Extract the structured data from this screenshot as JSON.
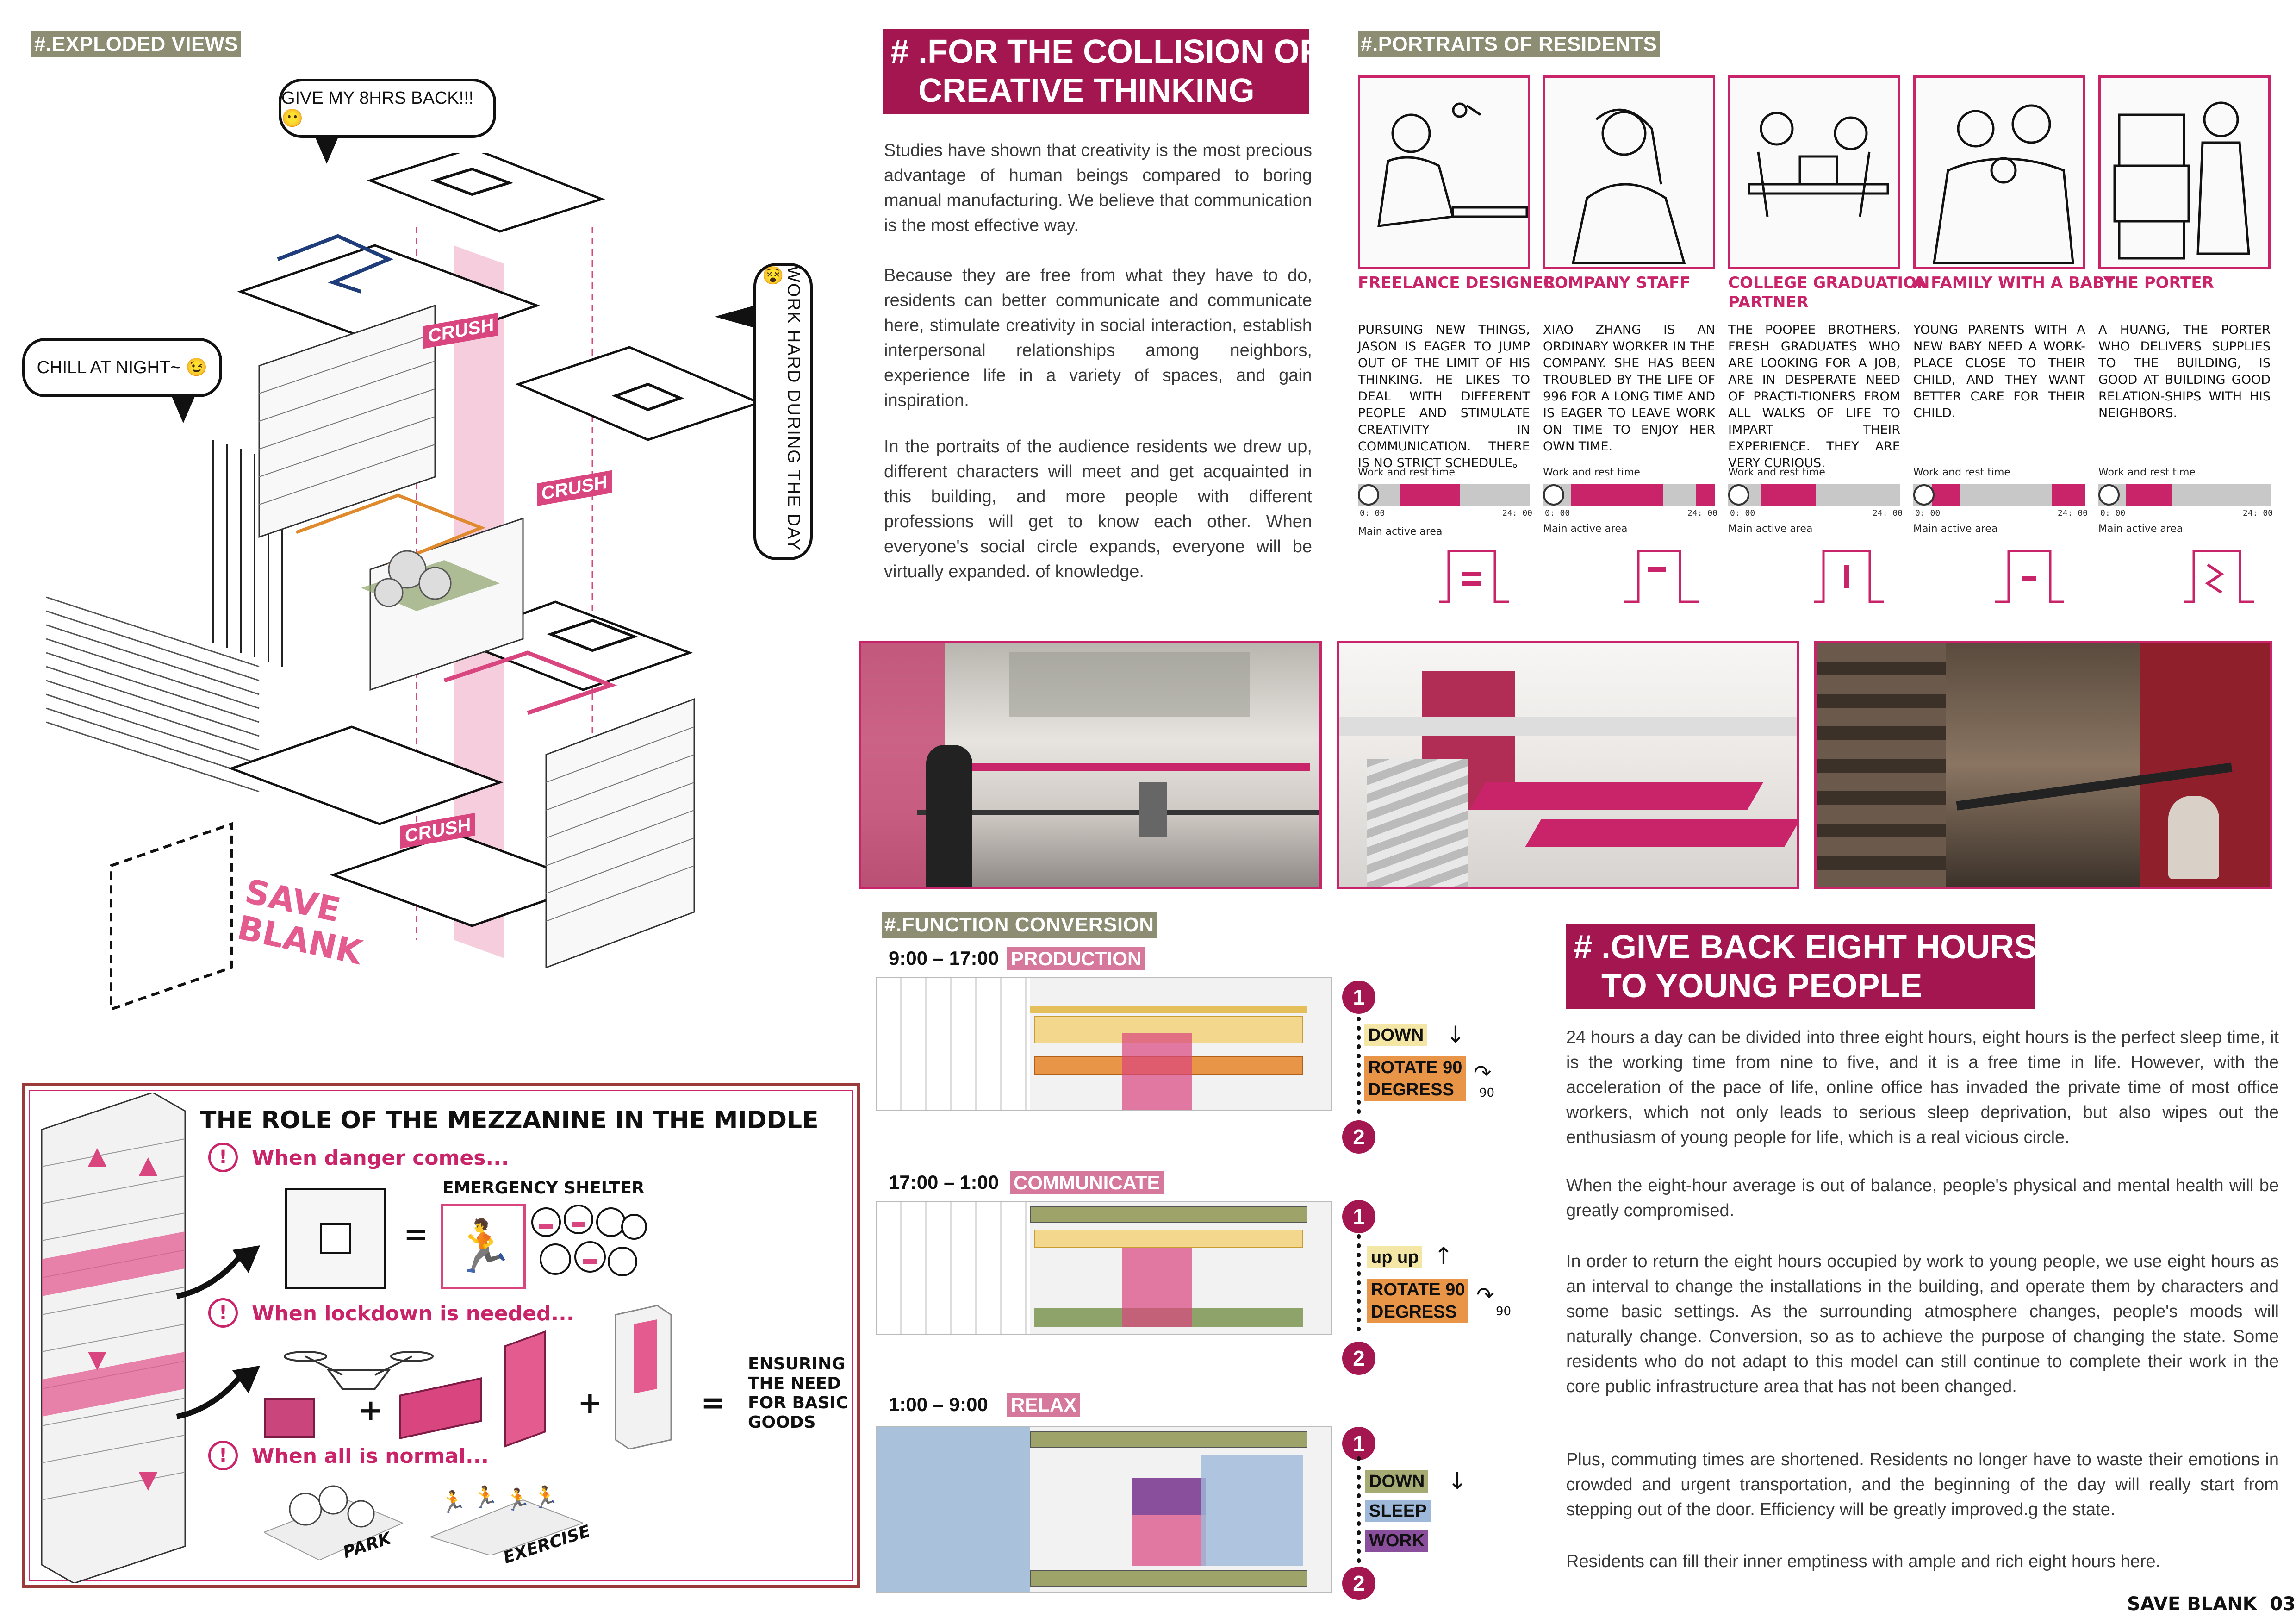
{
  "exploded": {
    "tag": "#.EXPLODED VIEWS",
    "bubble_sleep": "GIVE MY 8HRS BACK!!!😶",
    "bubble_night": "CHILL AT NIGHT~ 😉",
    "bubble_day": "WORK HARD DURING THE DAY😵",
    "crush": "CRUSH",
    "save_blank": "SAVE\nBLANK"
  },
  "mezzanine": {
    "title": "THE ROLE OF THE MEZZANINE IN THE MIDDLE",
    "danger": "When danger comes...",
    "shelter": "EMERGENCY SHELTER",
    "lockdown": "When lockdown is needed...",
    "normal": "When all is normal...",
    "ensuring": "ENSURING\nTHE NEED\nFOR BASIC\nGOODS",
    "park": "PARK",
    "exercise": "EXERCISE",
    "plus": "+",
    "equals": "="
  },
  "collision": {
    "heading": "# .FOR THE COLLISION OF\n   CREATIVE THINKING",
    "p1": "Studies have shown that creativity is the most precious advantage of human beings compared to boring manual manufacturing. We believe that communication is the most effective way.",
    "p2": "Because they are free from what they have to do, residents can better communicate and communicate here, stimulate creativity in social interaction, establish interpersonal relationships among neighbors, experience life in a variety of spaces, and gain inspiration.",
    "p3": "In the portraits of the audience residents we drew up, different characters will meet and get acquainted in this building, and more people with different professions will get to know each other. When everyone's social circle expands, everyone will be virtually expanded. of knowledge."
  },
  "portraits": {
    "tag": "#.PORTRAITS OF RESIDENTS",
    "work_rest_label": "Work and rest time",
    "main_active_label": "Main active area",
    "scale_start": "0: 00",
    "scale_end": "24: 00",
    "items": [
      {
        "title": "FREELANCE DESIGNER",
        "desc": "PURSUING NEW THINGS, JASON IS EAGER TO JUMP OUT OF THE LIMIT OF HIS THINKING. HE LIKES TO DEAL WITH DIFFERENT PEOPLE AND STIMULATE CREATIVITY IN COMMUNICATION. THERE IS NO STRICT SCHEDULE。"
      },
      {
        "title": "COMPANY STAFF",
        "desc": "XIAO ZHANG IS AN ORDINARY WORKER IN THE COMPANY. SHE HAS BEEN TROUBLED BY THE LIFE OF 996 FOR A LONG TIME AND IS EAGER TO LEAVE WORK ON TIME TO ENJOY HER OWN TIME."
      },
      {
        "title": "COLLEGE GRADUATION\nPARTNER",
        "desc": "THE POOPEE BROTHERS, FRESH GRADUATES WHO ARE LOOKING FOR A JOB, ARE IN DESPERATE NEED OF PRACTI-TIONERS FROM ALL WALKS OF LIFE TO IMPART THEIR EXPERIENCE. THEY ARE VERY CURIOUS."
      },
      {
        "title": "A FAMILY WITH A BABY",
        "desc": "YOUNG PARENTS WITH A NEW BABY NEED A WORK-PLACE CLOSE TO THEIR CHILD, AND THEY WANT BETTER CARE FOR THEIR CHILD."
      },
      {
        "title": "THE PORTER",
        "desc": "A HUANG, THE PORTER WHO DELIVERS SUPPLIES TO THE BUILDING, IS GOOD AT BUILDING GOOD RELATION-SHIPS WITH HIS NEIGHBORS."
      }
    ]
  },
  "function_conversion": {
    "tag": "#.FUNCTION CONVERSION",
    "s1_time": "9:00 – 17:00",
    "s1_mode": "PRODUCTION",
    "s1_chip1": "DOWN",
    "s1_chip2": "ROTATE 90\nDEGRESS",
    "s2_time": "17:00 – 1:00",
    "s2_mode": "COMMUNICATE",
    "s2_chip1": "up up",
    "s2_chip2": "ROTATE 90\nDEGRESS",
    "s3_time": "1:00 – 9:00",
    "s3_mode": "RELAX",
    "s3_chip1": "DOWN",
    "s3_chip2": "SLEEP",
    "s3_chip3": "WORK",
    "n1": "1",
    "n2": "2",
    "deg": "90"
  },
  "give_back": {
    "heading": "# .GIVE BACK EIGHT HOURS\n   TO YOUNG PEOPLE",
    "p1": "24 hours a day can be divided into three eight hours, eight hours is the perfect sleep time, it is the working time from nine to five, and it is a free time in life. However, with the acceleration of the pace of life, online office has invaded the private time of most office workers, which not only leads to serious sleep deprivation, but also wipes out the enthusiasm of young people for life, which is a real vicious circle.",
    "p2": "When the eight-hour average is out of balance, people's physical and mental health will be greatly compromised.",
    "p3": "In order to return the eight hours occupied by work to young people, we use eight hours as an interval to change the installations in the building, and operate them by characters and some basic settings. As the surrounding atmosphere changes, people's moods will naturally change. Conversion, so as to achieve the purpose of changing the state. Some residents who do not adapt to this model can still continue to complete their work in the core public infrastructure area that has not been changed.",
    "p4": "Plus, commuting times are shortened. Residents no longer have to waste their emotions in crowded and urgent transportation, and the beginning of the day will really start from stepping out of the door. Efficiency will be greatly improved.g the state.",
    "p5": "Residents can fill their inner emptiness with ample and rich eight hours here."
  },
  "footer": {
    "label": "SAVE BLANK  03"
  },
  "colors": {
    "accent": "#a3164f",
    "pink": "#c9246a",
    "olive": "#8c8d72"
  }
}
